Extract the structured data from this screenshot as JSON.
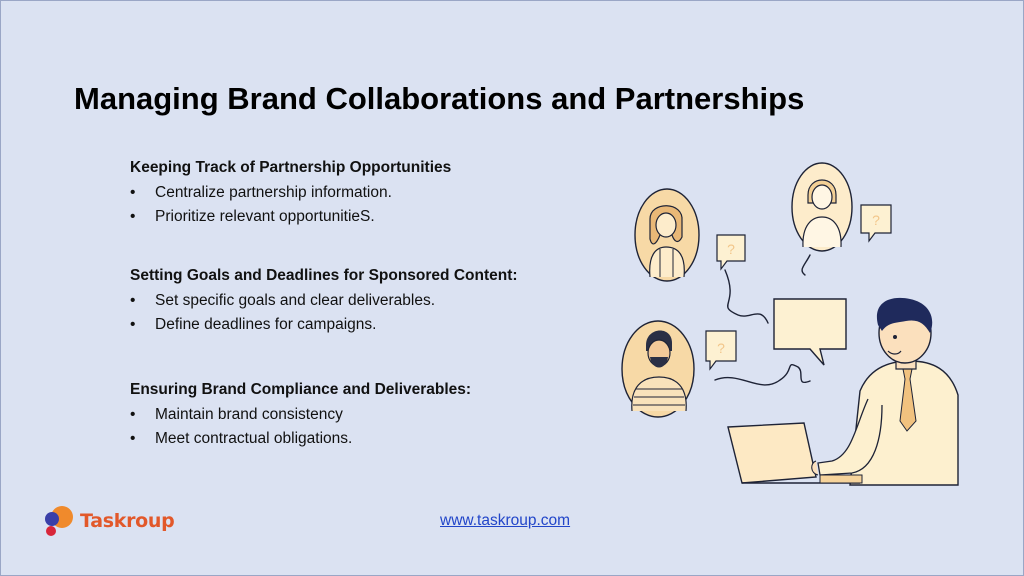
{
  "slide": {
    "title": "Managing Brand Collaborations and Partnerships"
  },
  "sections": [
    {
      "heading": "Keeping Track of Partnership Opportunities",
      "bullets": [
        "Centralize partnership information.",
        "Prioritize relevant opportunitieS."
      ]
    },
    {
      "heading": "Setting Goals and Deadlines for Sponsored Content:",
      "bullets": [
        "Set specific goals and clear deliverables.",
        "Define deadlines for campaigns."
      ]
    },
    {
      "heading": "Ensuring Brand Compliance and Deliverables:",
      "bullets": [
        "Maintain brand consistency",
        "Meet contractual obligations."
      ]
    }
  ],
  "footer": {
    "logo_text": "Taskroup",
    "link": "www.taskroup.com"
  },
  "illustration": {
    "question_mark": "?"
  },
  "colors": {
    "background": "#dbe2f2",
    "accent_orange": "#e2582a",
    "link_blue": "#2145c9",
    "avatar_fill": "#f7d9a6",
    "bubble_fill": "#fdf1d2",
    "outline": "#1e2336"
  }
}
